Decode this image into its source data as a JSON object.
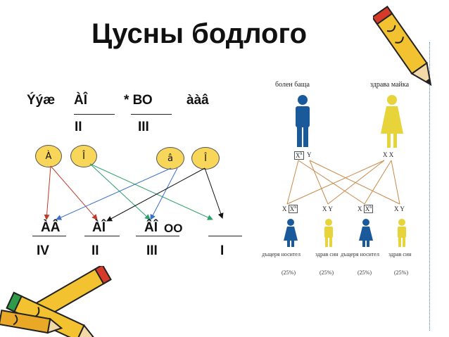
{
  "title": "Цусны бодлого",
  "left": {
    "row1": [
      "Ýýæ",
      "ÀÎ",
      "* ВО",
      "ààâ"
    ],
    "row2": [
      "II",
      "III"
    ],
    "ovals": [
      "À",
      "Î",
      "â",
      "Î"
    ],
    "row3": [
      "ÀÂ",
      "ÀÎ",
      "ÂÎ",
      "ОО"
    ],
    "row4": [
      "IV",
      "II",
      "III",
      "I"
    ]
  },
  "diagram": {
    "parent_father": "болен баща",
    "parent_mother": "здрава майка",
    "father_genotype": [
      "X",
      "h",
      "Y"
    ],
    "mother_genotype": "X X",
    "children": [
      {
        "genotype": [
          "X",
          "X",
          "h"
        ],
        "label": "дъщеря носител",
        "pct": "(25%)"
      },
      {
        "genotype": "X Y",
        "label": "здрав син",
        "pct": "(25%)"
      },
      {
        "genotype": [
          "X",
          "X",
          "h"
        ],
        "label": "дъщеря носител",
        "pct": "(25%)"
      },
      {
        "genotype": "X Y",
        "label": "здрав син",
        "pct": "(25%)"
      }
    ]
  },
  "colors": {
    "male": "#1a5a9a",
    "female": "#e7d33a",
    "oval_fill": "#f7d65a",
    "arrow_red": "#c0392b",
    "arrow_green": "#2ea06a",
    "arrow_blue": "#3b6fc9",
    "arrow_black": "#111111",
    "cross_lines": "#c98a4a",
    "border_blue": "#4a7fd0"
  },
  "decor": [
    "pencil-top-right-icon",
    "pencils-bottom-left-icon"
  ]
}
